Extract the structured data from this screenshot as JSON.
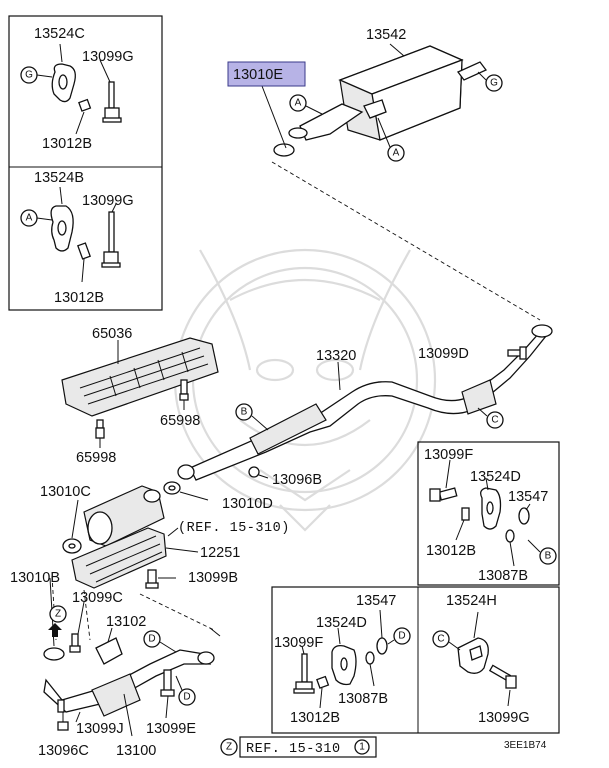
{
  "highlight_color": "#b7b3e6",
  "highlighted_part": "13010E",
  "parts": {
    "p13524C": "13524C",
    "p13099G_top": "13099G",
    "p13012B_top": "13012B",
    "p13524B": "13524B",
    "p13099G_mid": "13099G",
    "p13012B_mid": "13012B",
    "p13542": "13542",
    "p13010E": "13010E",
    "p65036": "65036",
    "p65998_a": "65998",
    "p65998_b": "65998",
    "p13320": "13320",
    "p13099D": "13099D",
    "p13096B": "13096B",
    "p13010D": "13010D",
    "p13010C": "13010C",
    "p12251": "12251",
    "p13099B": "13099B",
    "p13010B": "13010B",
    "p13099C": "13099C",
    "p13102": "13102",
    "p13099J": "13099J",
    "p13099E": "13099E",
    "p13096C": "13096C",
    "p13100": "13100",
    "p13099F_a": "13099F",
    "p13524D_a": "13524D",
    "p13547_a": "13547",
    "p13012B_r": "13012B",
    "p13087B_a": "13087B",
    "p13547_b": "13547",
    "p13524D_b": "13524D",
    "p13099F_b": "13099F",
    "p13087B_b": "13087B",
    "p13012B_b": "13012B",
    "p13524H": "13524H",
    "p13099G_r": "13099G"
  },
  "refs": {
    "ref1": "(REF. 15-310)",
    "ref2_text": "REF. 15-310",
    "ref2_num": "1",
    "ref2_circle": "Z"
  },
  "markers": {
    "A": "A",
    "B": "B",
    "C": "C",
    "D": "D",
    "G": "G",
    "Z": "Z"
  },
  "diagram_code": "3EE1B74"
}
